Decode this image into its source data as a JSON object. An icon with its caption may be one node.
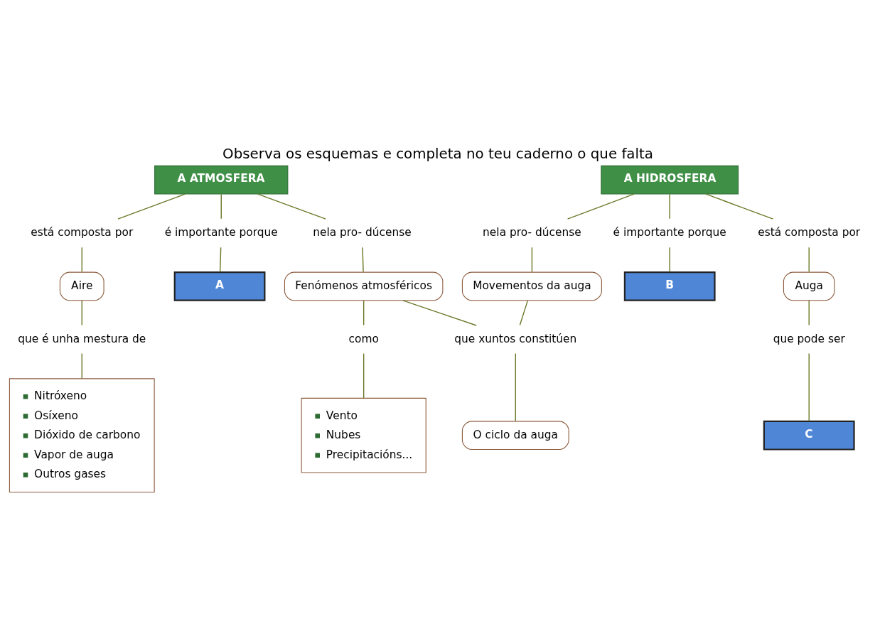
{
  "diagram": {
    "title": "Observa os esquemas e completa no teu caderno o que falta",
    "nodes": [
      {
        "text": [
          "A ATMOSFERA"
        ]
      },
      {
        "text": [
          "está composta por"
        ]
      },
      {
        "text": [
          "é importante porque"
        ]
      },
      {
        "text": [
          "nela pro- dúcense"
        ]
      },
      {
        "text": [
          "Aire"
        ]
      },
      {
        "text": [
          "A"
        ]
      },
      {
        "text": [
          "Fenómenos atmosféricos"
        ]
      },
      {
        "text": [
          "que é unha mestura de"
        ]
      },
      {
        "text": [
          "Nitróxeno",
          "Osíxeno",
          "Dióxido de carbono",
          "Vapor de auga",
          "Outros gases"
        ]
      },
      {
        "text": [
          "como"
        ]
      },
      {
        "text": [
          "Vento",
          "Nubes",
          "Precipitacións..."
        ]
      },
      {
        "text": [
          "A HIDROSFERA"
        ]
      },
      {
        "text": [
          "nela pro- dúcense"
        ]
      },
      {
        "text": [
          "é importante porque"
        ]
      },
      {
        "text": [
          "está composta por"
        ]
      },
      {
        "text": [
          "Movementos da auga"
        ]
      },
      {
        "text": [
          "B"
        ]
      },
      {
        "text": [
          "Auga"
        ]
      },
      {
        "text": [
          "que pode ser"
        ]
      },
      {
        "text": [
          "C"
        ]
      },
      {
        "text": [
          "que xuntos constitúen"
        ]
      },
      {
        "text": [
          "O ciclo da auga"
        ]
      }
    ],
    "edges": [
      {
        "from": 0,
        "to": 1,
        "arrow": "none"
      },
      {
        "from": 0,
        "to": 2,
        "arrow": "none"
      },
      {
        "from": 0,
        "to": 3,
        "arrow": "none"
      },
      {
        "from": 1,
        "to": 4,
        "arrow": "none"
      },
      {
        "from": 2,
        "to": 5,
        "arrow": "none"
      },
      {
        "from": 3,
        "to": 6,
        "arrow": "none"
      },
      {
        "from": 4,
        "to": 7,
        "arrow": "none"
      },
      {
        "from": 7,
        "to": 8,
        "arrow": "none"
      },
      {
        "from": 6,
        "to": 9,
        "arrow": "none"
      },
      {
        "from": 9,
        "to": 10,
        "arrow": "none"
      },
      {
        "from": 11,
        "to": 12,
        "arrow": "none"
      },
      {
        "from": 11,
        "to": 13,
        "arrow": "none"
      },
      {
        "from": 11,
        "to": 14,
        "arrow": "none"
      },
      {
        "from": 12,
        "to": 15,
        "arrow": "none"
      },
      {
        "from": 13,
        "to": 16,
        "arrow": "none"
      },
      {
        "from": 14,
        "to": 17,
        "arrow": "none"
      },
      {
        "from": 17,
        "to": 18,
        "arrow": "none"
      },
      {
        "from": 18,
        "to": 19,
        "arrow": "none"
      },
      {
        "from": 6,
        "to": 20,
        "arrow": "none"
      },
      {
        "from": 15,
        "to": 20,
        "arrow": "none"
      },
      {
        "from": 20,
        "to": 21,
        "arrow": "none"
      }
    ]
  }
}
